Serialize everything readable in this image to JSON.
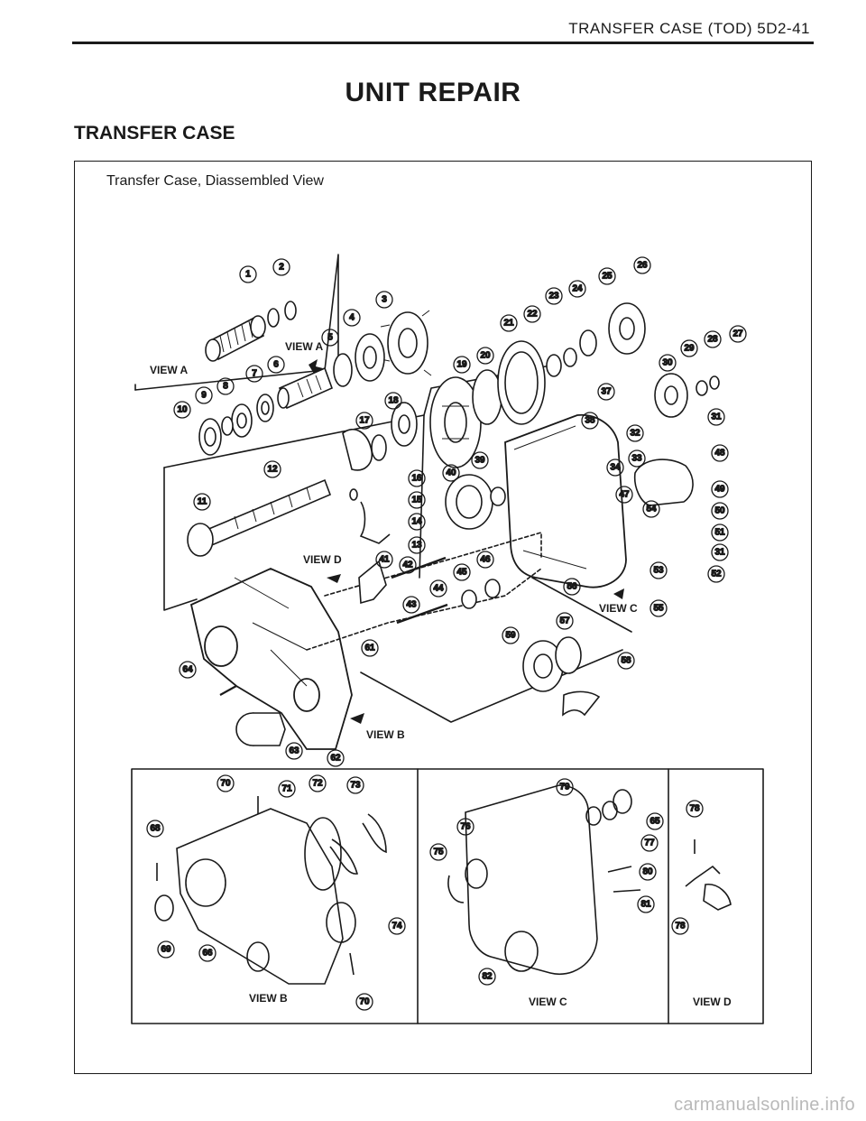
{
  "header": {
    "running_title": "TRANSFER CASE (TOD)  5D2-41"
  },
  "section": {
    "title": "UNIT  REPAIR",
    "subtitle": "TRANSFER CASE"
  },
  "figure": {
    "caption": "Transfer Case, Diassembled View",
    "view_labels": [
      "VIEW A",
      "VIEW A",
      "VIEW D",
      "VIEW C",
      "VIEW B",
      "VIEW B",
      "VIEW C",
      "VIEW D"
    ],
    "callouts": [
      "1",
      "2",
      "3",
      "4",
      "5",
      "6",
      "7",
      "8",
      "9",
      "10",
      "11",
      "12",
      "13",
      "14",
      "15",
      "16",
      "17",
      "18",
      "19",
      "20",
      "21",
      "22",
      "23",
      "24",
      "25",
      "26",
      "27",
      "28",
      "29",
      "30",
      "31",
      "32",
      "33",
      "34",
      "37",
      "38",
      "40",
      "39",
      "41",
      "42",
      "43",
      "44",
      "45",
      "46",
      "47",
      "48",
      "49",
      "50",
      "51",
      "31",
      "52",
      "53",
      "54",
      "55",
      "56",
      "57",
      "58",
      "59",
      "61",
      "62",
      "63",
      "64",
      "70",
      "71",
      "72",
      "73",
      "68",
      "69",
      "74",
      "66",
      "70",
      "79",
      "65",
      "77",
      "76",
      "75",
      "80",
      "81",
      "82",
      "78",
      "78"
    ]
  },
  "watermark": "carmanualsonline.info"
}
